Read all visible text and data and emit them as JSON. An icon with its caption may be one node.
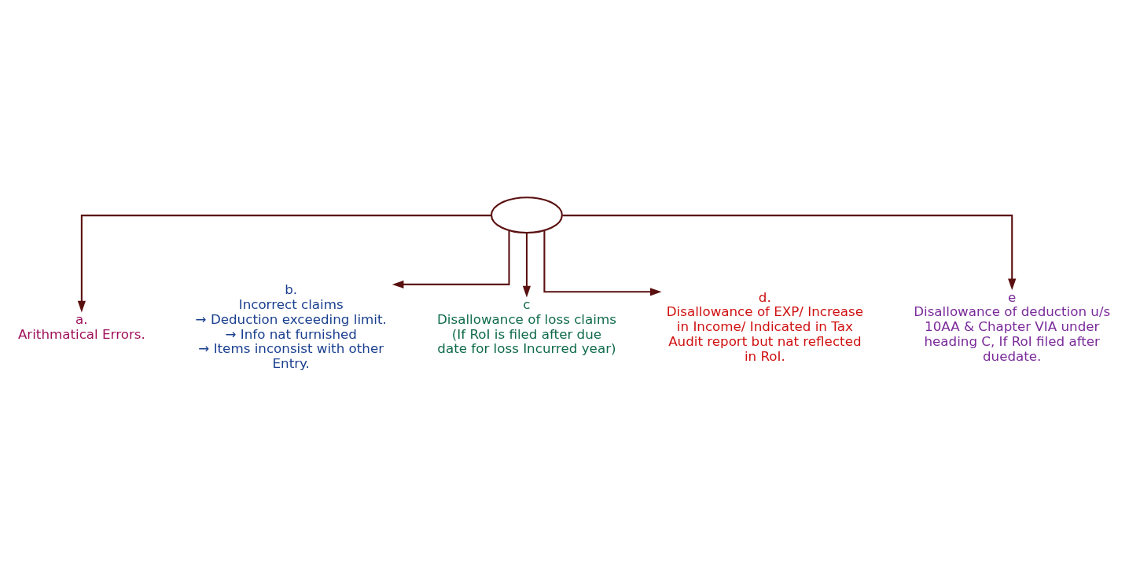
{
  "diagram": {
    "nodes": [
      {
        "text": [],
        "shape": "cloud"
      },
      {
        "text": [
          "a.",
          "Arithmatical Errors."
        ]
      },
      {
        "text": [
          "b.",
          "Incorrect claims",
          "→ Deduction exceeding limit.",
          "→ Info nat furnished",
          "→ Items inconsist with other Entry."
        ]
      },
      {
        "text": [
          "c",
          "Disallowance of loss claims",
          "(If RoI is filed after due date for loss Incurred year)"
        ]
      },
      {
        "text": [
          "d.",
          "Disallowance of EXP/ Increase in Income/ Indicated in Tax Audit report but nat reflected in RoI."
        ]
      },
      {
        "text": [
          "e",
          "Disallowance of deduction u/s 10AA & Chapter VIA under heading C, If RoI filed after duedate."
        ]
      }
    ],
    "edges": [
      {
        "from": 0,
        "to": 1,
        "arrow": "to"
      },
      {
        "from": 0,
        "to": 2,
        "arrow": "to"
      },
      {
        "from": 0,
        "to": 3,
        "arrow": "to"
      },
      {
        "from": 0,
        "to": 4,
        "arrow": "to"
      },
      {
        "from": 0,
        "to": 5,
        "arrow": "to"
      }
    ]
  }
}
